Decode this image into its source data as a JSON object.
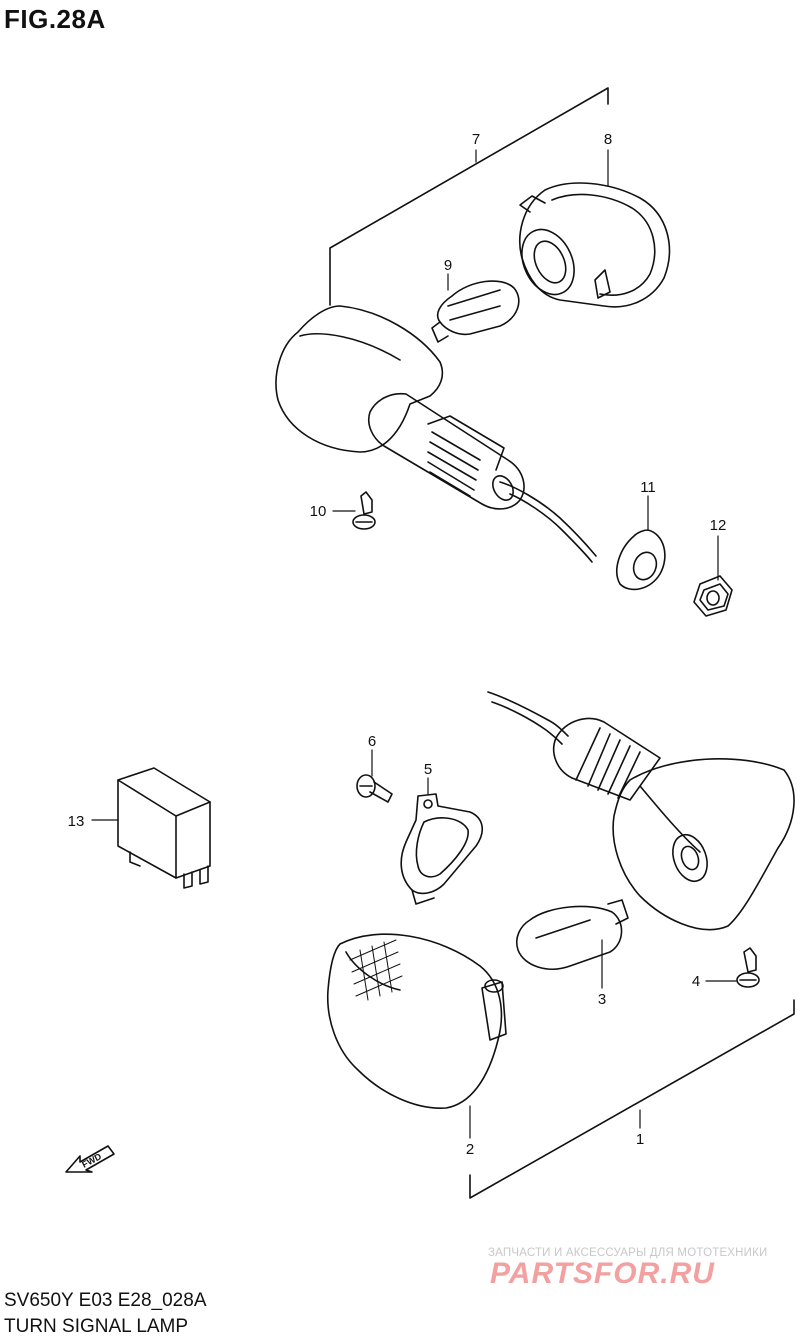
{
  "figure": {
    "title": "FIG.28A",
    "code": "SV650Y E03 E28_028A",
    "name": "TURN SIGNAL LAMP"
  },
  "callouts": [
    "1",
    "2",
    "3",
    "4",
    "5",
    "6",
    "7",
    "8",
    "9",
    "10",
    "11",
    "12",
    "13"
  ],
  "fwd_label": "FWD",
  "watermark": {
    "tagline": "ЗАПЧАСТИ И АКСЕССУАРЫ ДЛЯ МОТОТЕХНИКИ",
    "logo": "PARTSFOR.RU"
  }
}
